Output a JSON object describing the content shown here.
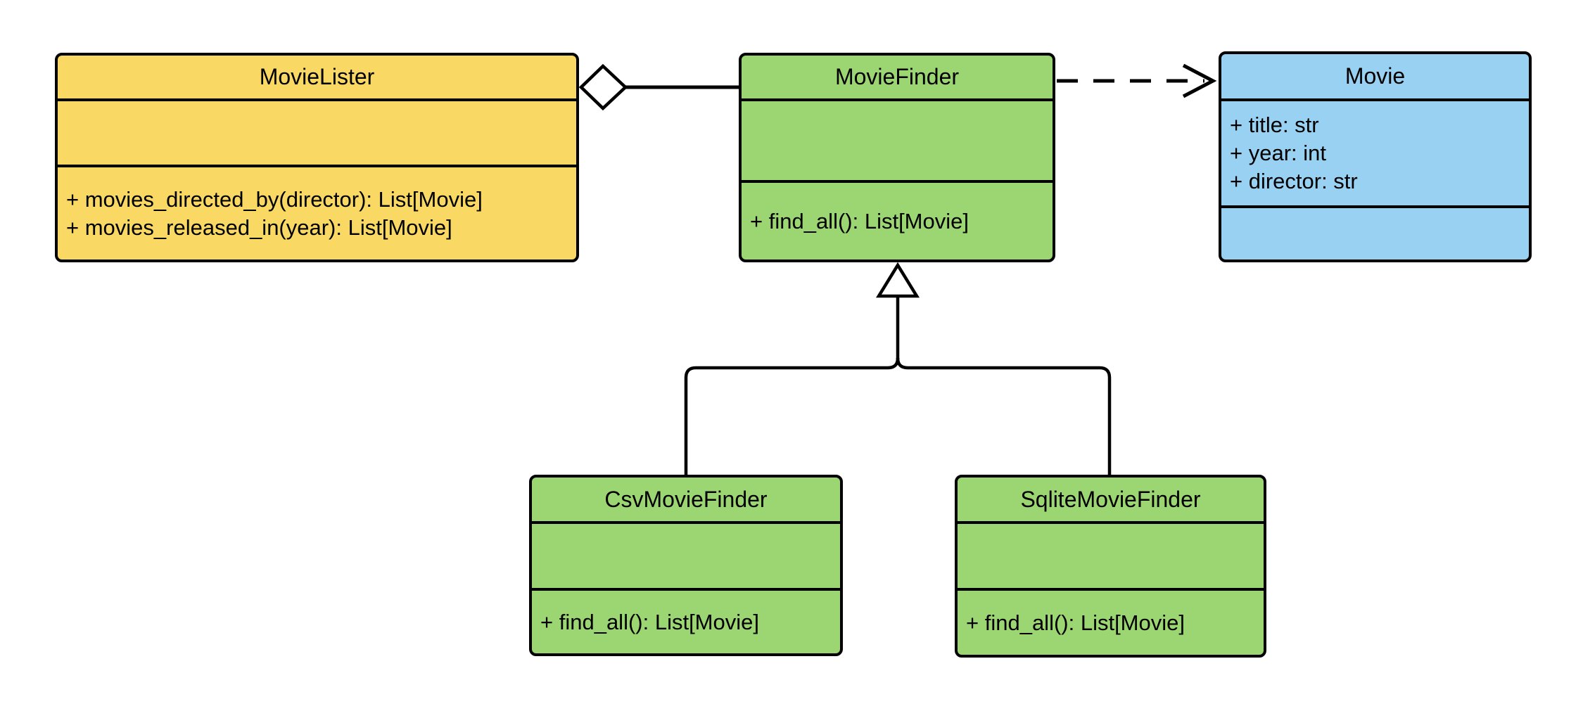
{
  "diagram": {
    "type": "uml-class-diagram",
    "classes": [
      {
        "name": "MovieLister",
        "attributes": [],
        "methods": [
          "+ movies_directed_by(director): List[Movie]",
          "+ movies_released_in(year): List[Movie]"
        ],
        "fill": "#FAD864"
      },
      {
        "name": "MovieFinder",
        "attributes": [],
        "methods": [
          "+ find_all(): List[Movie]"
        ],
        "fill": "#9CD672"
      },
      {
        "name": "Movie",
        "attributes": [
          "+ title: str",
          "+ year: int",
          "+ director: str"
        ],
        "methods": [],
        "fill": "#99D1F2"
      },
      {
        "name": "CsvMovieFinder",
        "attributes": [],
        "methods": [
          "+ find_all(): List[Movie]"
        ],
        "fill": "#9CD672"
      },
      {
        "name": "SqliteMovieFinder",
        "attributes": [],
        "methods": [
          "+ find_all(): List[Movie]"
        ],
        "fill": "#9CD672"
      }
    ],
    "relationships": [
      {
        "type": "aggregation",
        "from": "MovieLister",
        "to": "MovieFinder",
        "marker": "open-diamond",
        "line": "solid"
      },
      {
        "type": "dependency",
        "from": "MovieFinder",
        "to": "Movie",
        "marker": "open-arrow",
        "line": "dashed"
      },
      {
        "type": "inheritance",
        "from": "CsvMovieFinder",
        "to": "MovieFinder",
        "marker": "hollow-triangle",
        "line": "solid"
      },
      {
        "type": "inheritance",
        "from": "SqliteMovieFinder",
        "to": "MovieFinder",
        "marker": "hollow-triangle",
        "line": "solid"
      }
    ],
    "colors": {
      "stroke": "#000000",
      "background": "#FFFFFF",
      "class_yellow": "#FAD864",
      "class_green": "#9CD672",
      "class_blue": "#99D1F2"
    }
  }
}
